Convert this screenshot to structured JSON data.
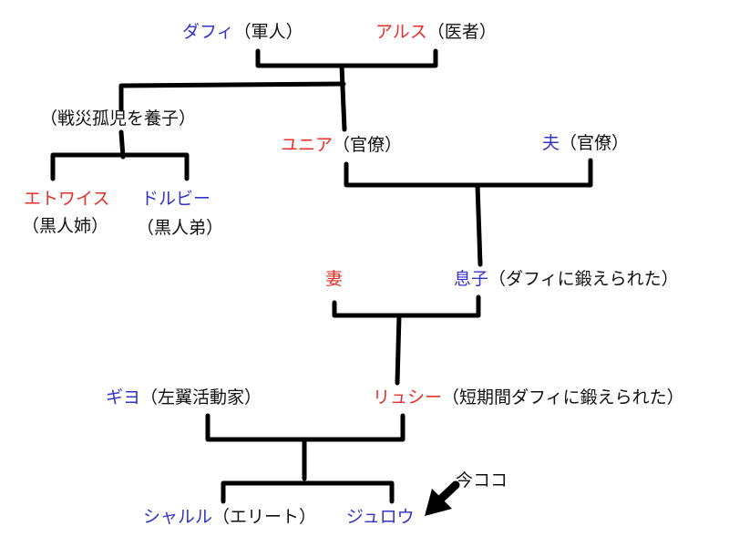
{
  "colors": {
    "male": "#3333cc",
    "female": "#e8302a",
    "text": "#111111",
    "line": "#000000"
  },
  "people": {
    "daffy": {
      "name": "ダフィ",
      "role": "（軍人）",
      "gender": "male"
    },
    "arusu": {
      "name": "アルス",
      "role": "（医者）",
      "gender": "female"
    },
    "adopt_note": "（戦災孤児を養子）",
    "yunia": {
      "name": "ユニア",
      "role": "（官僚）",
      "gender": "female"
    },
    "otto": {
      "name": "夫",
      "role": "（官僚）",
      "gender": "male"
    },
    "etowaisu": {
      "name": "エトワイス",
      "role": "（黒人姉）",
      "gender": "female"
    },
    "dorubi": {
      "name": "ドルビー",
      "role": "（黒人弟）",
      "gender": "male"
    },
    "tsuma": {
      "name": "妻",
      "role": "",
      "gender": "female"
    },
    "musuko": {
      "name": "息子",
      "role": "（ダフィに鍛えられた）",
      "gender": "male"
    },
    "giyo": {
      "name": "ギヨ",
      "role": "（左翼活動家）",
      "gender": "male"
    },
    "rushi": {
      "name": "リュシー",
      "role": "（短期間ダフィに鍛えられた）",
      "gender": "female"
    },
    "sharuru": {
      "name": "シャルル",
      "role": "（エリート）",
      "gender": "male"
    },
    "juro": {
      "name": "ジュロウ",
      "role": "",
      "gender": "male"
    }
  },
  "marker": {
    "label": "今ココ",
    "icon": "arrow-pointer-icon"
  }
}
